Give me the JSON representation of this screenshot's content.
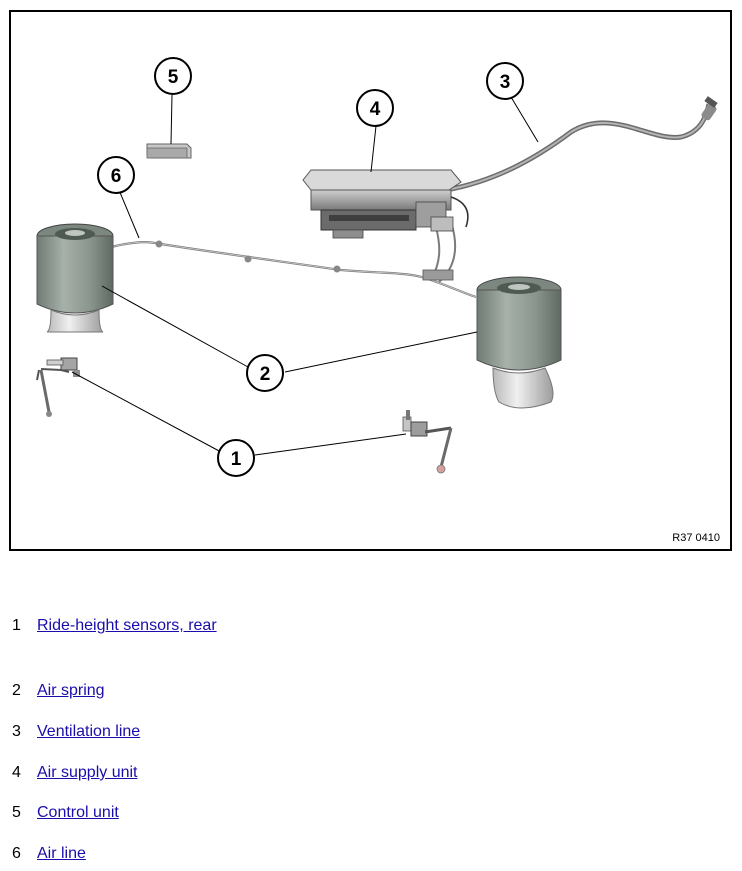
{
  "figure": {
    "code": "R37 0410",
    "callouts": [
      "1",
      "2",
      "3",
      "4",
      "5",
      "6"
    ]
  },
  "legend": [
    {
      "num": "1",
      "label": "Ride-height sensors, rear"
    },
    {
      "num": "2",
      "label": "Air spring"
    },
    {
      "num": "3",
      "label": "Ventilation line"
    },
    {
      "num": "4",
      "label": "Air supply unit"
    },
    {
      "num": "5",
      "label": "Control unit"
    },
    {
      "num": "6",
      "label": "Air line"
    }
  ],
  "colors": {
    "link": "#1a0dab",
    "spring_body": "#8f9a93",
    "line": "#000000"
  }
}
